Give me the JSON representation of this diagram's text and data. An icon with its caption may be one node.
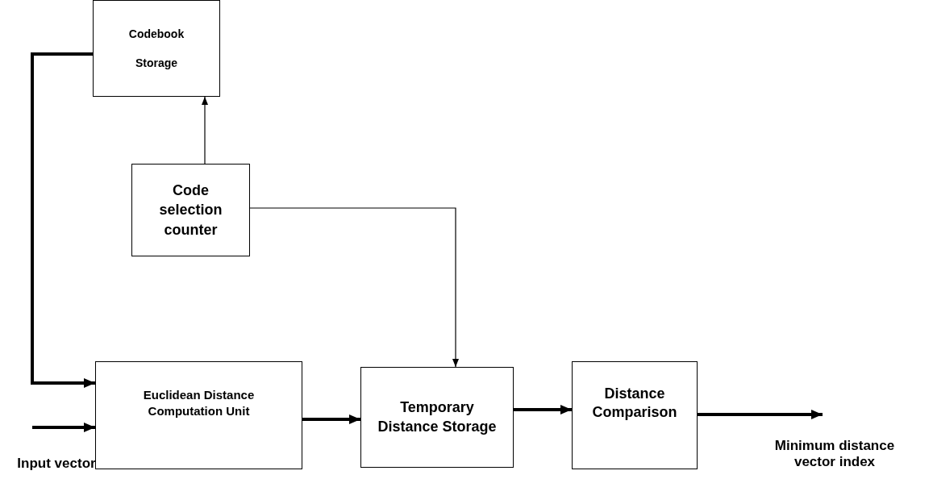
{
  "diagram": {
    "nodes": [
      {
        "text": [
          "Codebook Storage"
        ]
      },
      {
        "text": [
          "Code selection counter"
        ]
      },
      {
        "text": [
          "Euclidean Distance Computation Unit"
        ]
      },
      {
        "text": [
          "Temporary Distance Storage"
        ]
      },
      {
        "text": [
          "Distance Comparison"
        ]
      }
    ],
    "edges": [
      {
        "from": 0,
        "to": 2,
        "arrow": "to"
      },
      {
        "from": 1,
        "to": 0,
        "arrow": "to"
      },
      {
        "from": 1,
        "to": 3,
        "arrow": "to"
      },
      {
        "from": null,
        "to": 2,
        "arrow": "to"
      },
      {
        "from": 2,
        "to": 3,
        "arrow": "to"
      },
      {
        "from": 3,
        "to": 4,
        "arrow": "to"
      },
      {
        "from": 4,
        "to": null,
        "arrow": "to"
      }
    ],
    "labels": [
      "Input vector",
      "Minimum distance vector index"
    ]
  }
}
